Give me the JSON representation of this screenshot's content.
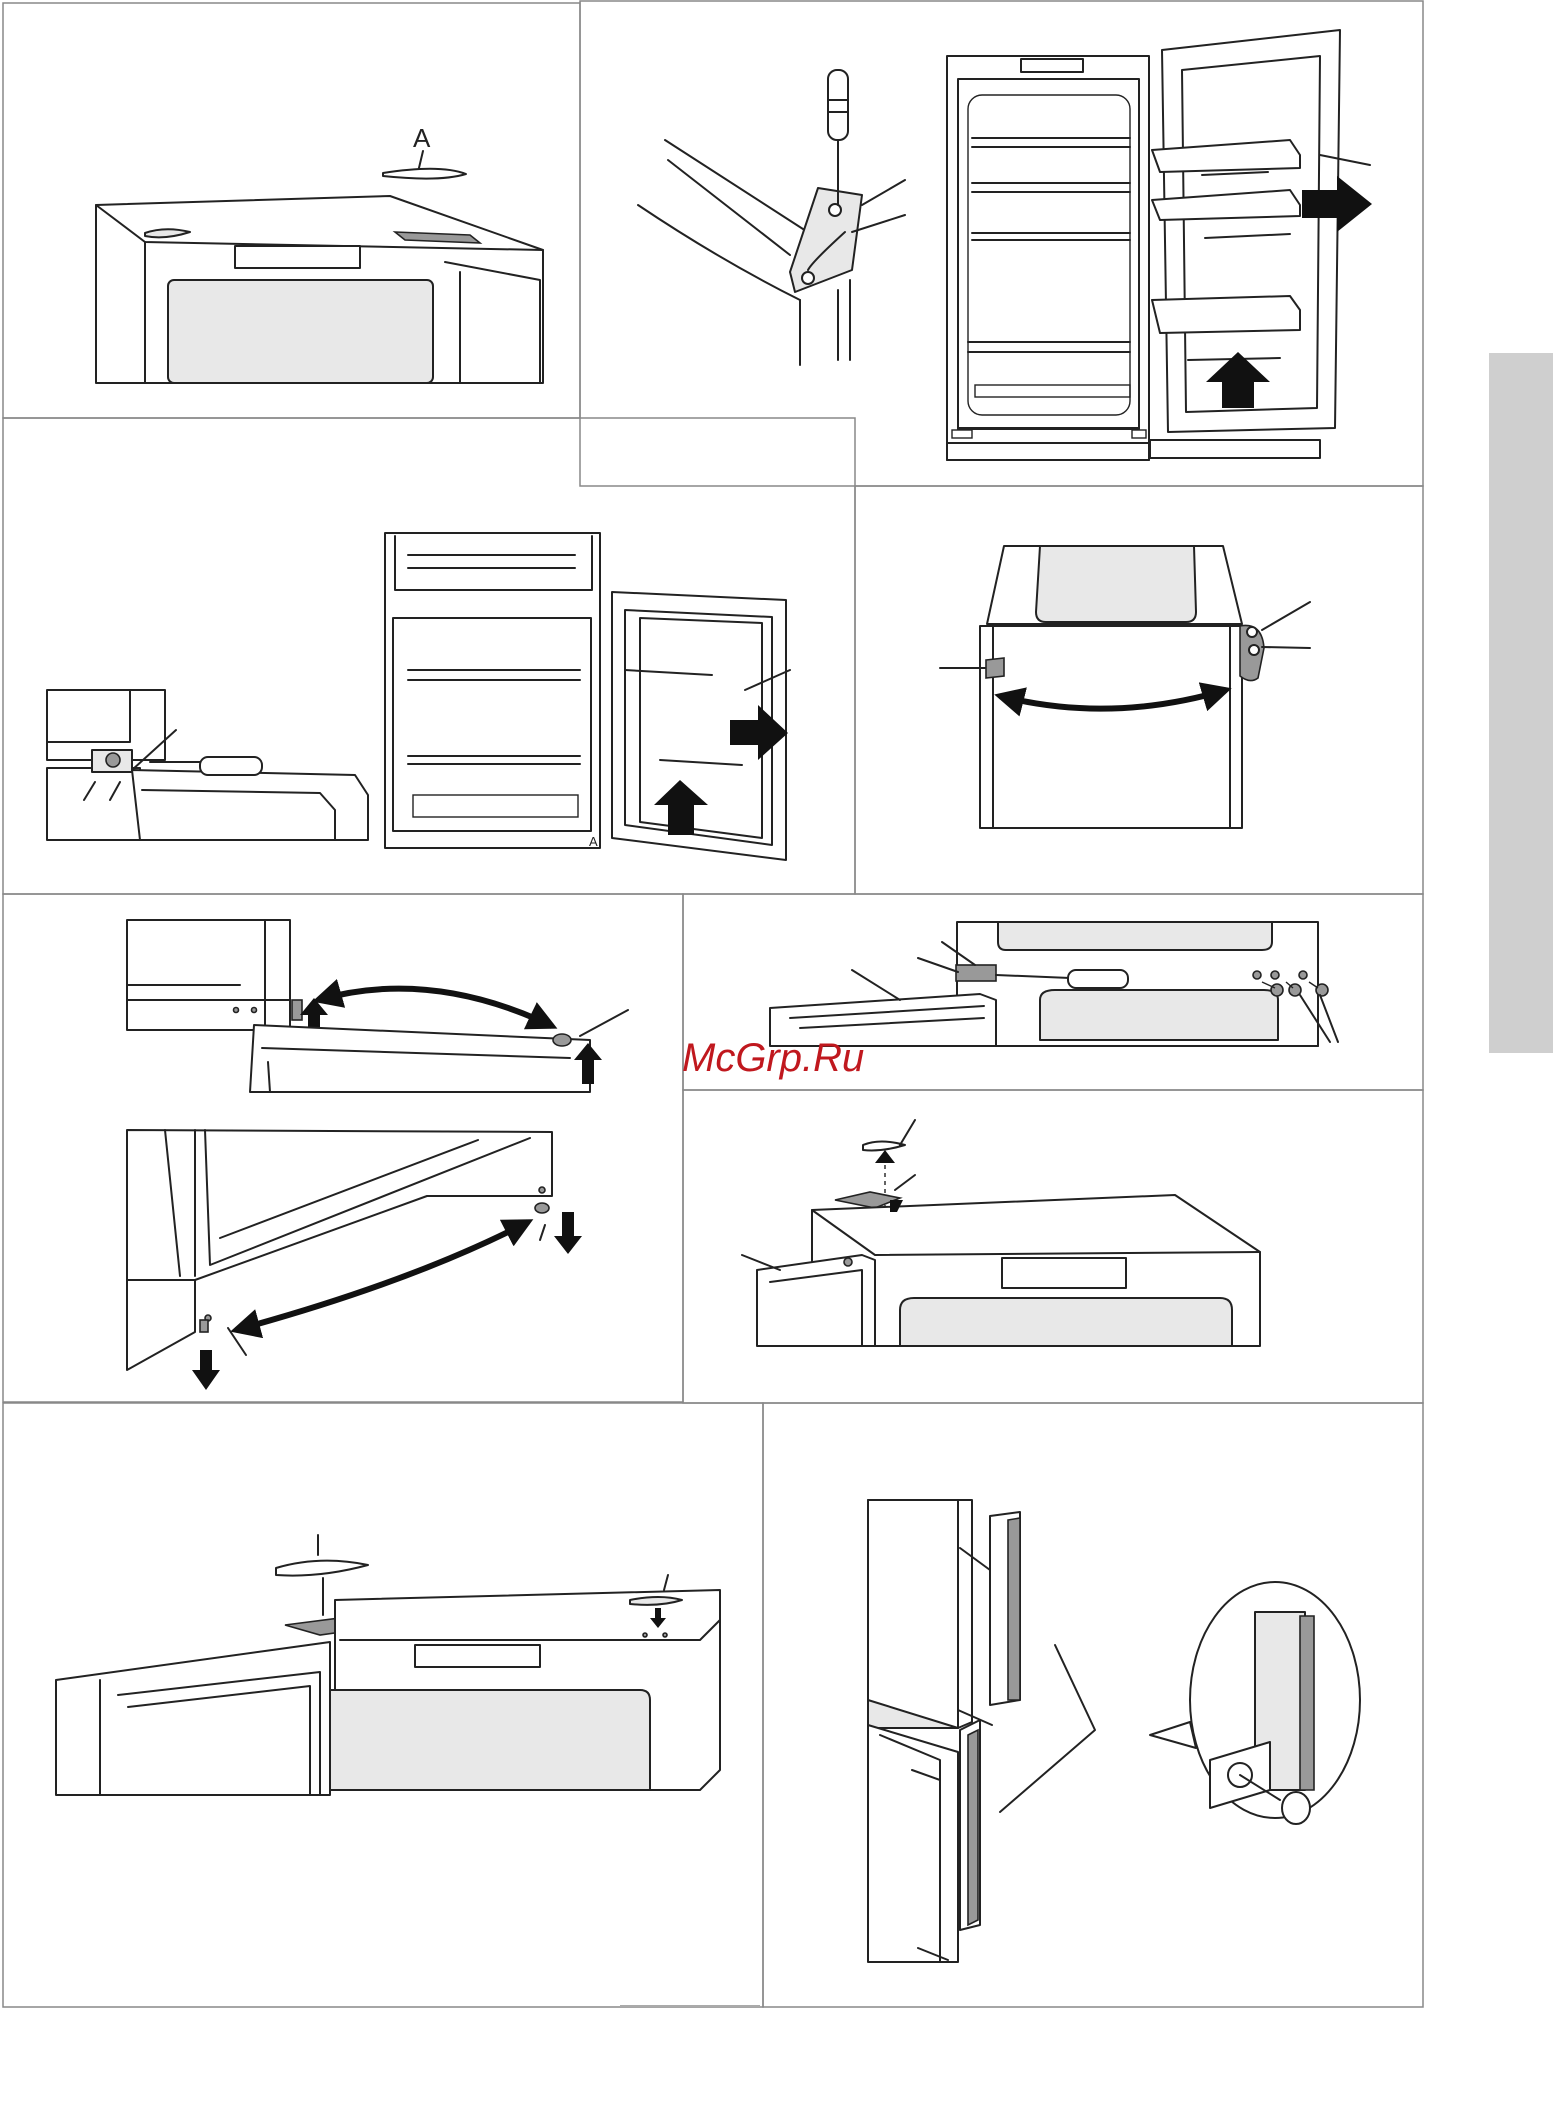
{
  "labels": {
    "part_a": "A",
    "small_a": "A"
  },
  "watermark": {
    "text": "McGrp.Ru",
    "color": "#c0181e"
  },
  "side_tab": {
    "color": "#cfcfcf"
  },
  "colors": {
    "line": "#222222",
    "fill_light": "#e8e8e8",
    "fill_dark": "#999999"
  }
}
